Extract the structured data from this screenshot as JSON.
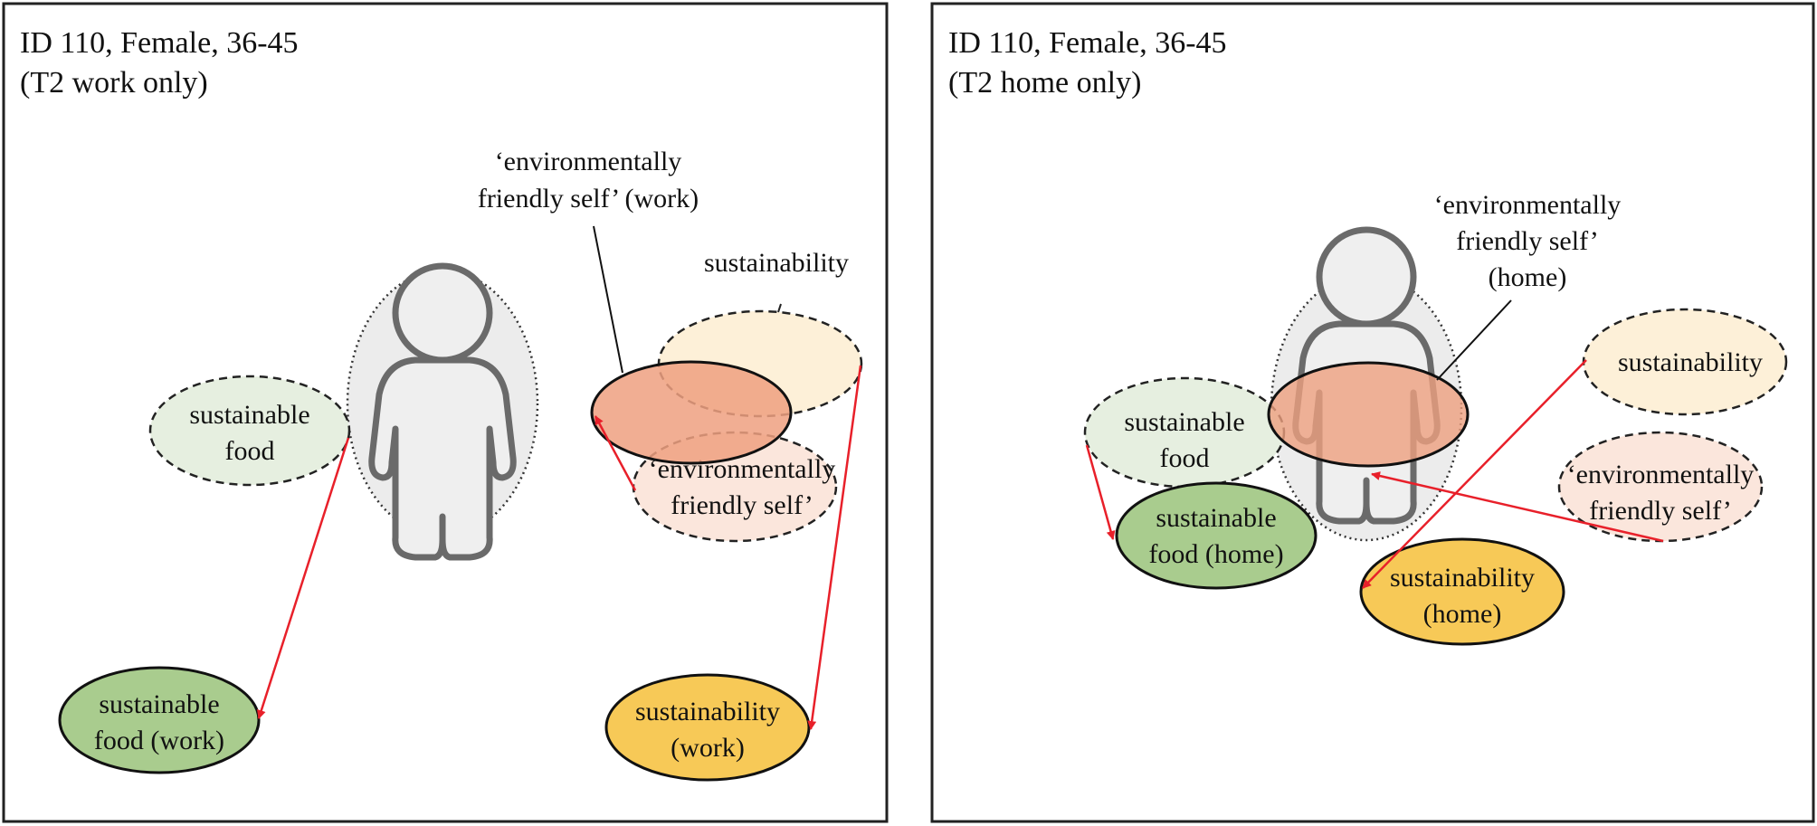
{
  "colors": {
    "arrow": "#e8202a",
    "green_light": "#e6efe0",
    "green_dark": "#a9cc8e",
    "yellow_light": "#fdf0d8",
    "yellow_dark": "#f7c957",
    "orange_light": "#fbe6dc",
    "orange_dark": "#eea080",
    "person_bg": "#ececec"
  },
  "icons": [
    "person-icon"
  ],
  "left_panel": {
    "title_line1": "ID 110, Female, 36-45",
    "title_line2": "(T2 work only)",
    "env_self_callout": [
      "‘environmentally",
      "friendly self’ (work)"
    ],
    "sustainability_callout": "sustainability",
    "sustainable_food": [
      "sustainable",
      "food"
    ],
    "env_self": [
      "‘environmentally",
      "friendly self’"
    ],
    "sustainable_food_work": [
      "sustainable",
      "food (work)"
    ],
    "sustainability_work": [
      "sustainability",
      "(work)"
    ]
  },
  "right_panel": {
    "title_line1": "ID 110, Female, 36-45",
    "title_line2": "(T2 home only)",
    "env_self_callout": [
      "‘environmentally",
      "friendly self’",
      "(home)"
    ],
    "sustainability": "sustainability",
    "sustainable_food": [
      "sustainable",
      "food"
    ],
    "env_self": [
      "‘environmentally",
      "friendly self’"
    ],
    "sustainable_food_home": [
      "sustainable",
      "food (home)"
    ],
    "sustainability_home": [
      "sustainability",
      "(home)"
    ]
  }
}
